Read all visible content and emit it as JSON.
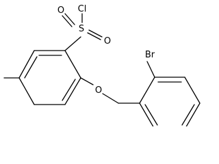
{
  "molecule": {
    "atom_labels": {
      "chlorine": "Cl",
      "sulfur": "S",
      "oxygen_top": "O",
      "oxygen_right": "O",
      "ether_oxygen": "O",
      "bromine": "Br"
    },
    "colors": {
      "bond": "#000000",
      "text": "#000000",
      "background": "#ffffff"
    }
  }
}
